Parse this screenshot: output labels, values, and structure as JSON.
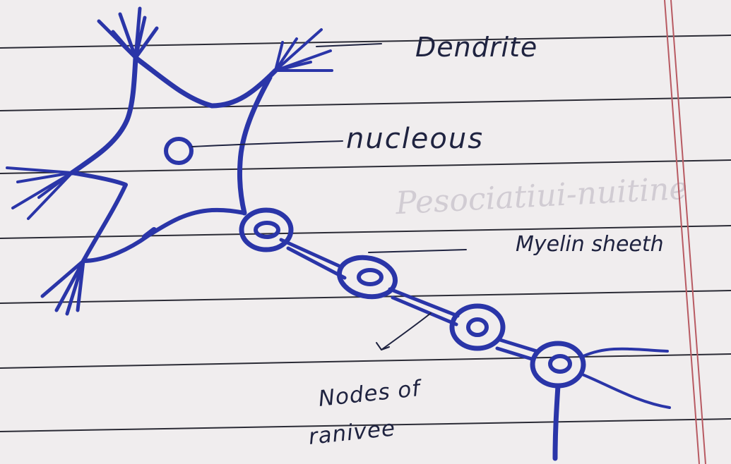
{
  "labels": {
    "dendrite": "Dendrite",
    "nucleus": "nucleous",
    "myelin_sheath": "Myelin sheeth",
    "nodes_line1": "Nodes of",
    "nodes_line2": "ranivee"
  },
  "ghost_text": "Pesociatiui-nuitine",
  "colors": {
    "paper": "#ece8ea",
    "rule_line": "#2b2b35",
    "margin_line": "#b85a62",
    "ink_blue": "#2a35a8",
    "ink_dark": "#1f2340"
  }
}
